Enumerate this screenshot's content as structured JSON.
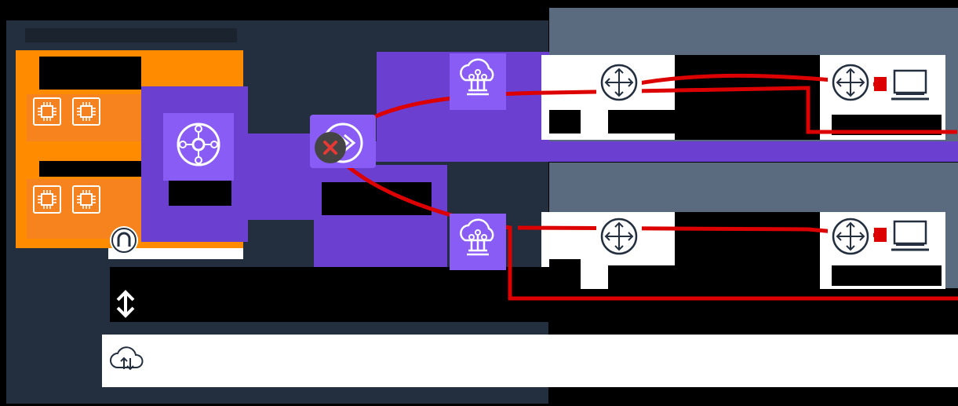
{
  "diagram": {
    "nodes": [
      {
        "id": "transit-gateway",
        "icon": "hub-router-icon"
      },
      {
        "id": "vpn-connection",
        "icon": "vpn-endpoint-icon",
        "status": "failed",
        "status_icon": "x-mark-icon"
      },
      {
        "id": "customer-gateway-top",
        "icon": "cloud-gateway-icon"
      },
      {
        "id": "customer-gateway-bottom",
        "icon": "cloud-gateway-icon"
      },
      {
        "id": "router-top-left",
        "icon": "router-icon"
      },
      {
        "id": "router-top-right",
        "icon": "router-icon"
      },
      {
        "id": "router-bottom-left",
        "icon": "router-icon"
      },
      {
        "id": "router-bottom-right",
        "icon": "router-icon"
      },
      {
        "id": "client-top",
        "icon": "laptop-icon"
      },
      {
        "id": "client-bottom",
        "icon": "laptop-icon"
      },
      {
        "id": "on-premises",
        "icon": "cloud-upload-download-icon"
      },
      {
        "id": "ec2-instances",
        "icon": "chip-icon"
      },
      {
        "id": "load-balancer",
        "icon": "arch-icon"
      }
    ],
    "colors": {
      "background": "#000000",
      "region": "#232f3e",
      "vpc": "#ff8c00",
      "vpc_inner": "#f58220",
      "subnet_band": "#5a6b80",
      "purple": "#6b3fd0",
      "purple_light": "#8a5cf6",
      "failover_path": "#dd0000",
      "white": "#ffffff"
    }
  }
}
